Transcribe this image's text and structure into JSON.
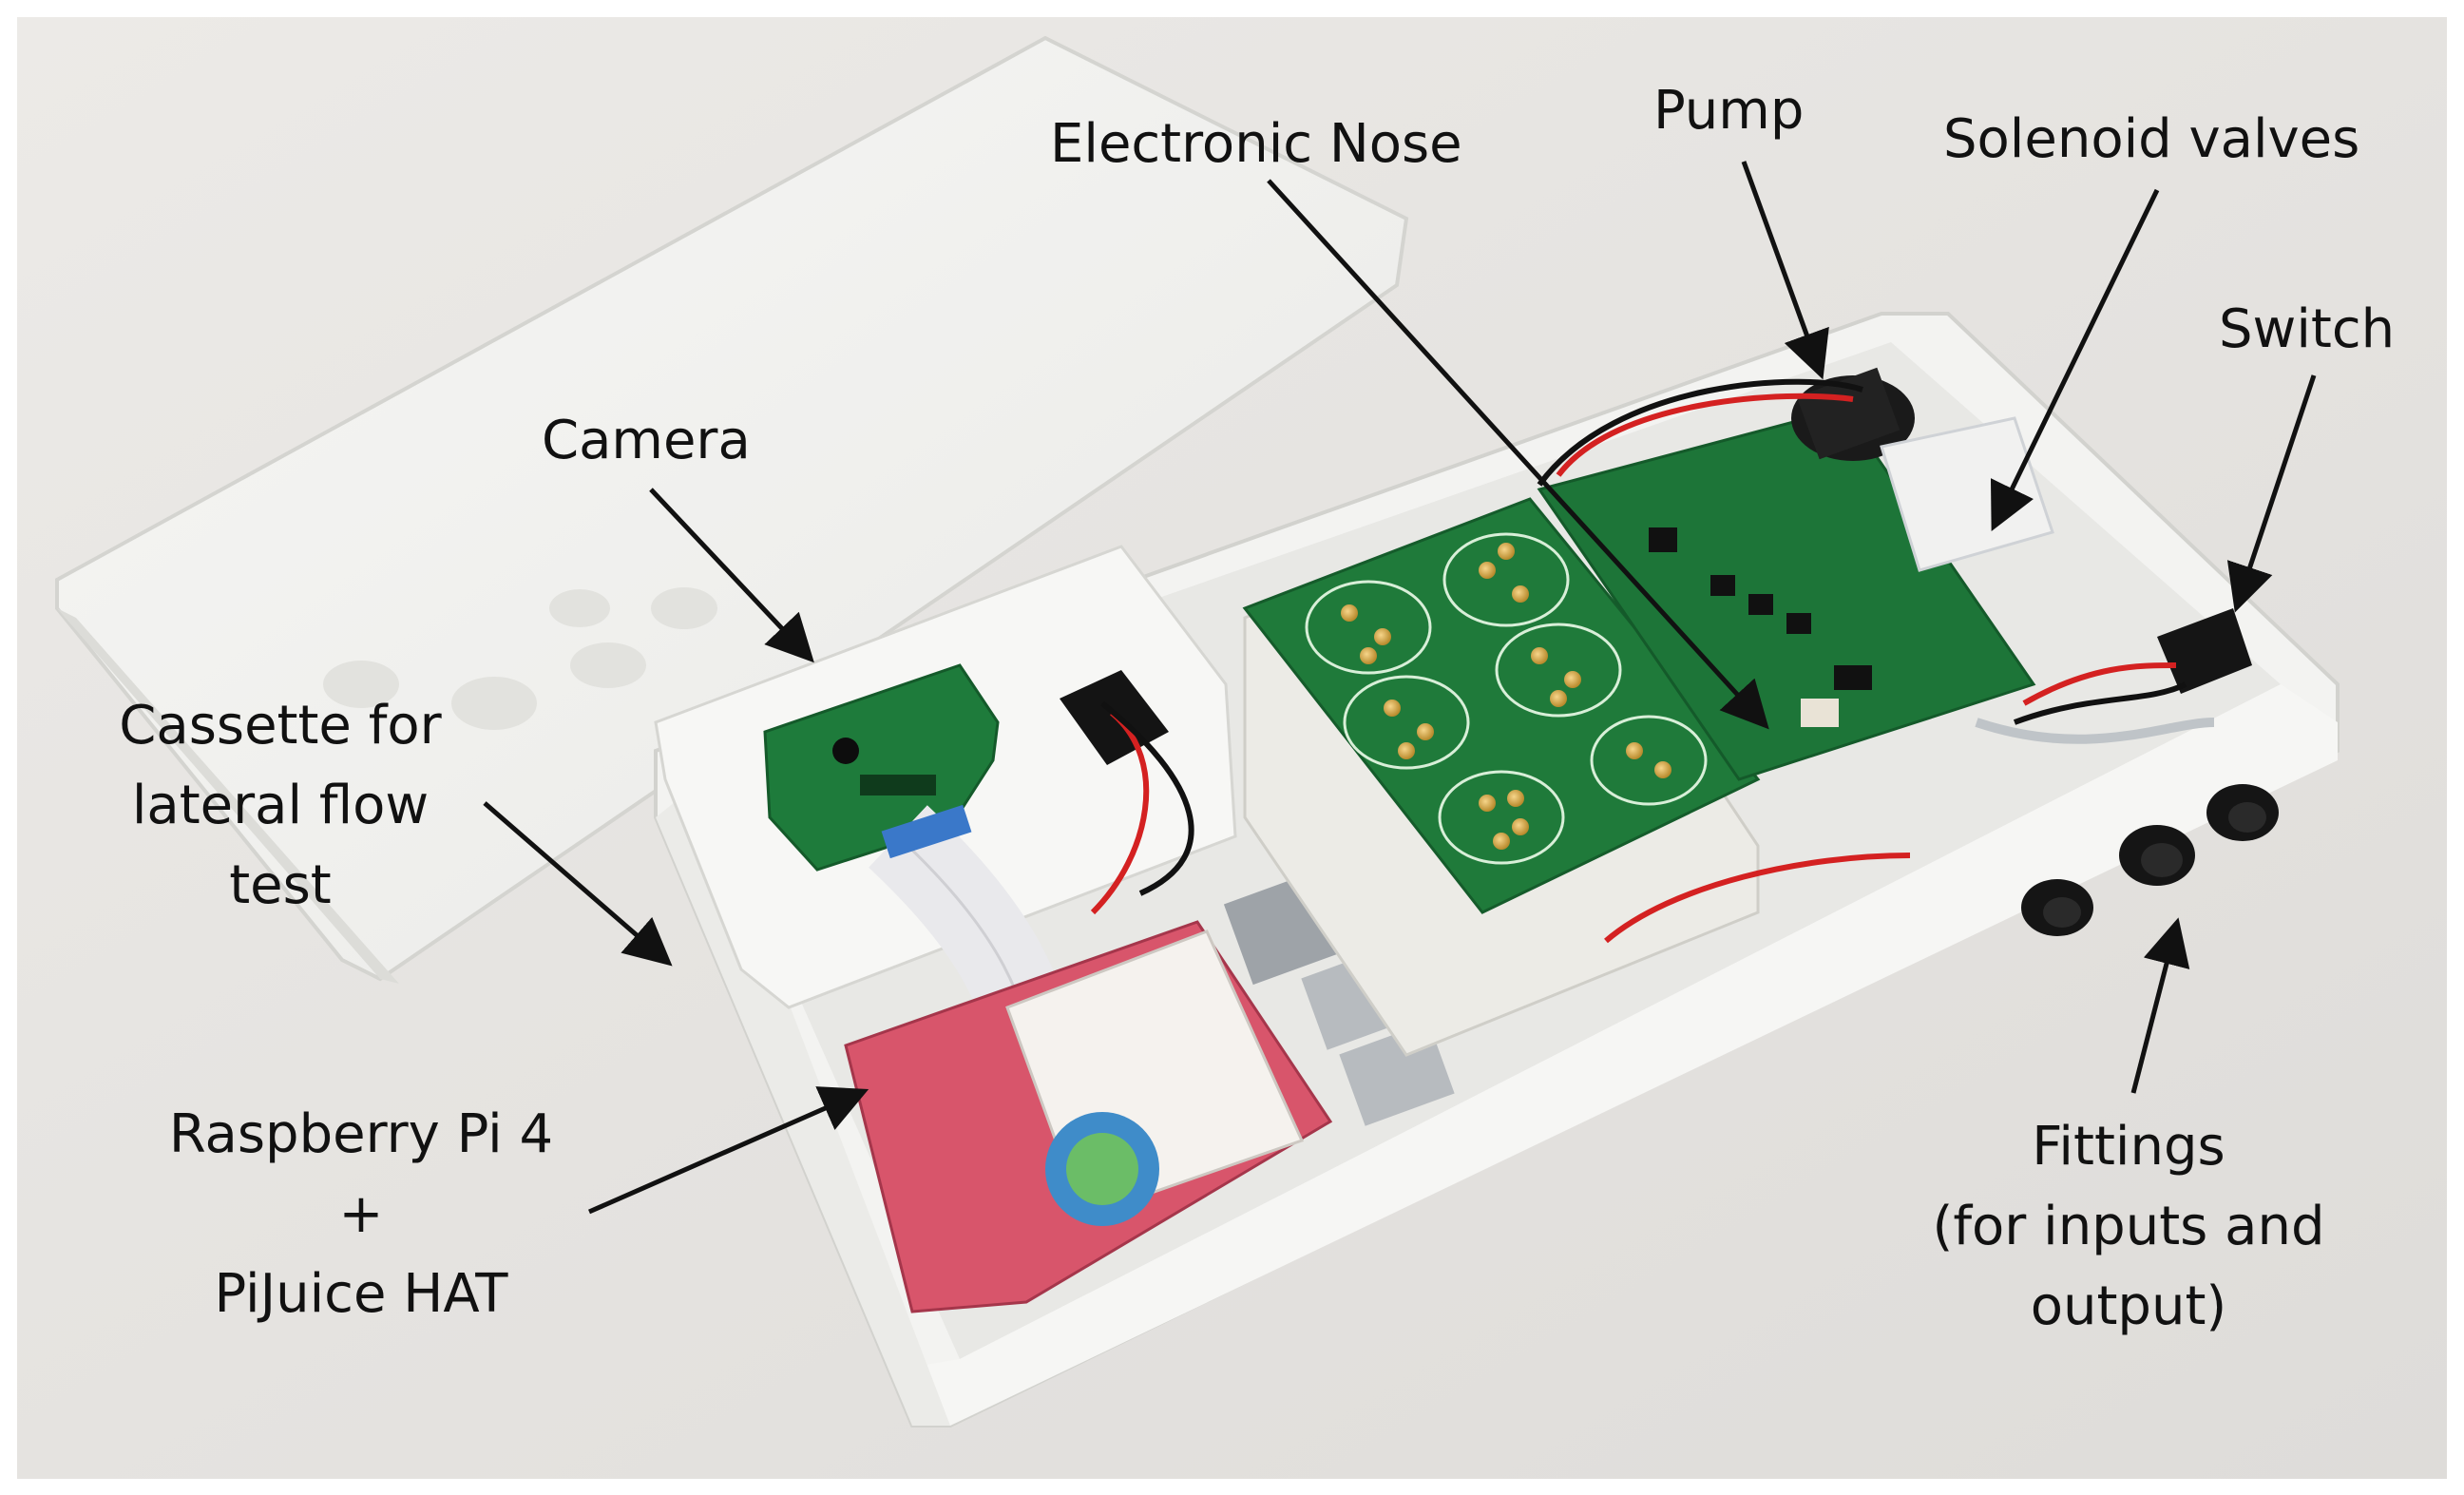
{
  "labels": {
    "camera": "Camera",
    "electronic_nose": "Electronic Nose",
    "pump": "Pump",
    "solenoid_valves": "Solenoid valves",
    "switch": "Switch",
    "cassette": [
      "Cassette for",
      "lateral flow",
      "test"
    ],
    "raspberry": [
      "Raspberry Pi 4",
      "+",
      "PiJuice HAT"
    ],
    "fittings": [
      "Fittings",
      "(for inputs and",
      "output)"
    ]
  },
  "colors": {
    "table": "#e7e7e7",
    "box": "#f4f4f2",
    "pcb": "#1f7a3a",
    "arrow": "#111111"
  }
}
